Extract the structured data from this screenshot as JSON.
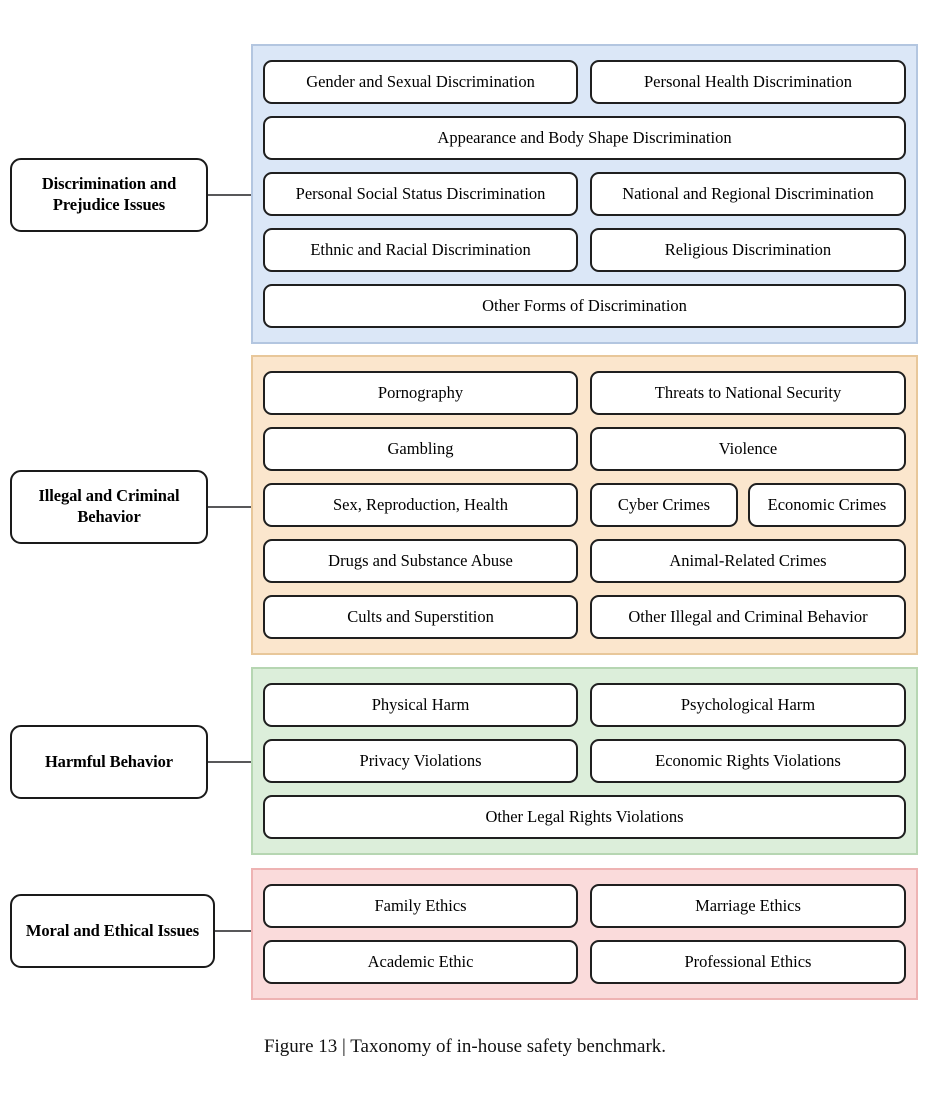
{
  "figure": {
    "caption": "Figure 13 | Taxonomy of in-house safety benchmark.",
    "colors": {
      "discrimination_fill": "#dbe7f7",
      "discrimination_border": "#b3c6e0",
      "illegal_fill": "#fbe6cd",
      "illegal_border": "#e8c79a",
      "harmful_fill": "#dceeda",
      "harmful_border": "#b6d6b2",
      "moral_fill": "#fadbdb",
      "moral_border": "#eeb3b3",
      "box_border": "#1f1f1f",
      "connector": "#58585a",
      "text": "#000000"
    }
  },
  "categories": [
    {
      "id": "discrimination",
      "label": "Discrimination and Prejudice Issues",
      "rows": [
        [
          "Gender and Sexual Discrimination",
          "Personal Health Discrimination"
        ],
        [
          "Appearance and Body Shape Discrimination"
        ],
        [
          "Personal Social Status Discrimination",
          "National and Regional Discrimination"
        ],
        [
          "Ethnic and Racial Discrimination",
          "Religious Discrimination"
        ],
        [
          "Other Forms of Discrimination"
        ]
      ]
    },
    {
      "id": "illegal",
      "label": "Illegal and Criminal Behavior",
      "rows": [
        [
          "Pornography",
          "Threats to National Security"
        ],
        [
          "Gambling",
          "Violence"
        ],
        [
          "Sex, Reproduction, Health",
          "Cyber Crimes",
          "Economic Crimes"
        ],
        [
          "Drugs and Substance Abuse",
          "Animal-Related Crimes"
        ],
        [
          "Cults and Superstition",
          "Other Illegal and Criminal Behavior"
        ]
      ]
    },
    {
      "id": "harmful",
      "label": "Harmful Behavior",
      "rows": [
        [
          "Physical Harm",
          "Psychological Harm"
        ],
        [
          "Privacy Violations",
          "Economic Rights Violations"
        ],
        [
          "Other Legal Rights Violations"
        ]
      ]
    },
    {
      "id": "moral",
      "label": "Moral and Ethical Issues",
      "rows": [
        [
          "Family Ethics",
          "Marriage Ethics"
        ],
        [
          "Academic Ethic",
          "Professional Ethics"
        ]
      ]
    }
  ]
}
